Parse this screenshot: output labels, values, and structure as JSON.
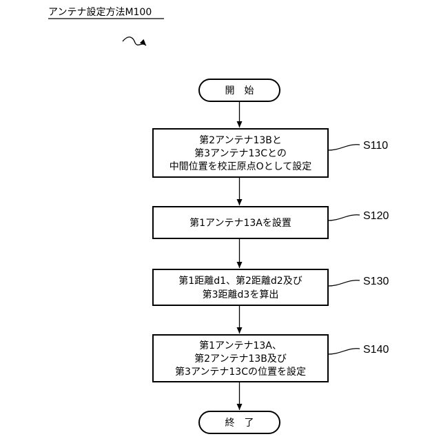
{
  "title": "アンテナ設定方法M100",
  "start": {
    "label": "開　始"
  },
  "end": {
    "label": "終　了"
  },
  "steps": [
    {
      "label": "S110",
      "lines": [
        "第2アンテナ13Bと",
        "第3アンテナ13Cとの",
        "中間位置を校正原点Oとして設定"
      ]
    },
    {
      "label": "S120",
      "lines": [
        "第1アンテナ13Aを設置"
      ]
    },
    {
      "label": "S130",
      "lines": [
        "第1距離d1、第2距離d2及び",
        "第3距離d3を算出"
      ]
    },
    {
      "label": "S140",
      "lines": [
        "第1アンテナ13A、",
        "第2アンテナ13B及び",
        "第3アンテナ13Cの位置を設定"
      ]
    }
  ],
  "colors": {
    "ink": "#000000",
    "background": "#ffffff"
  }
}
